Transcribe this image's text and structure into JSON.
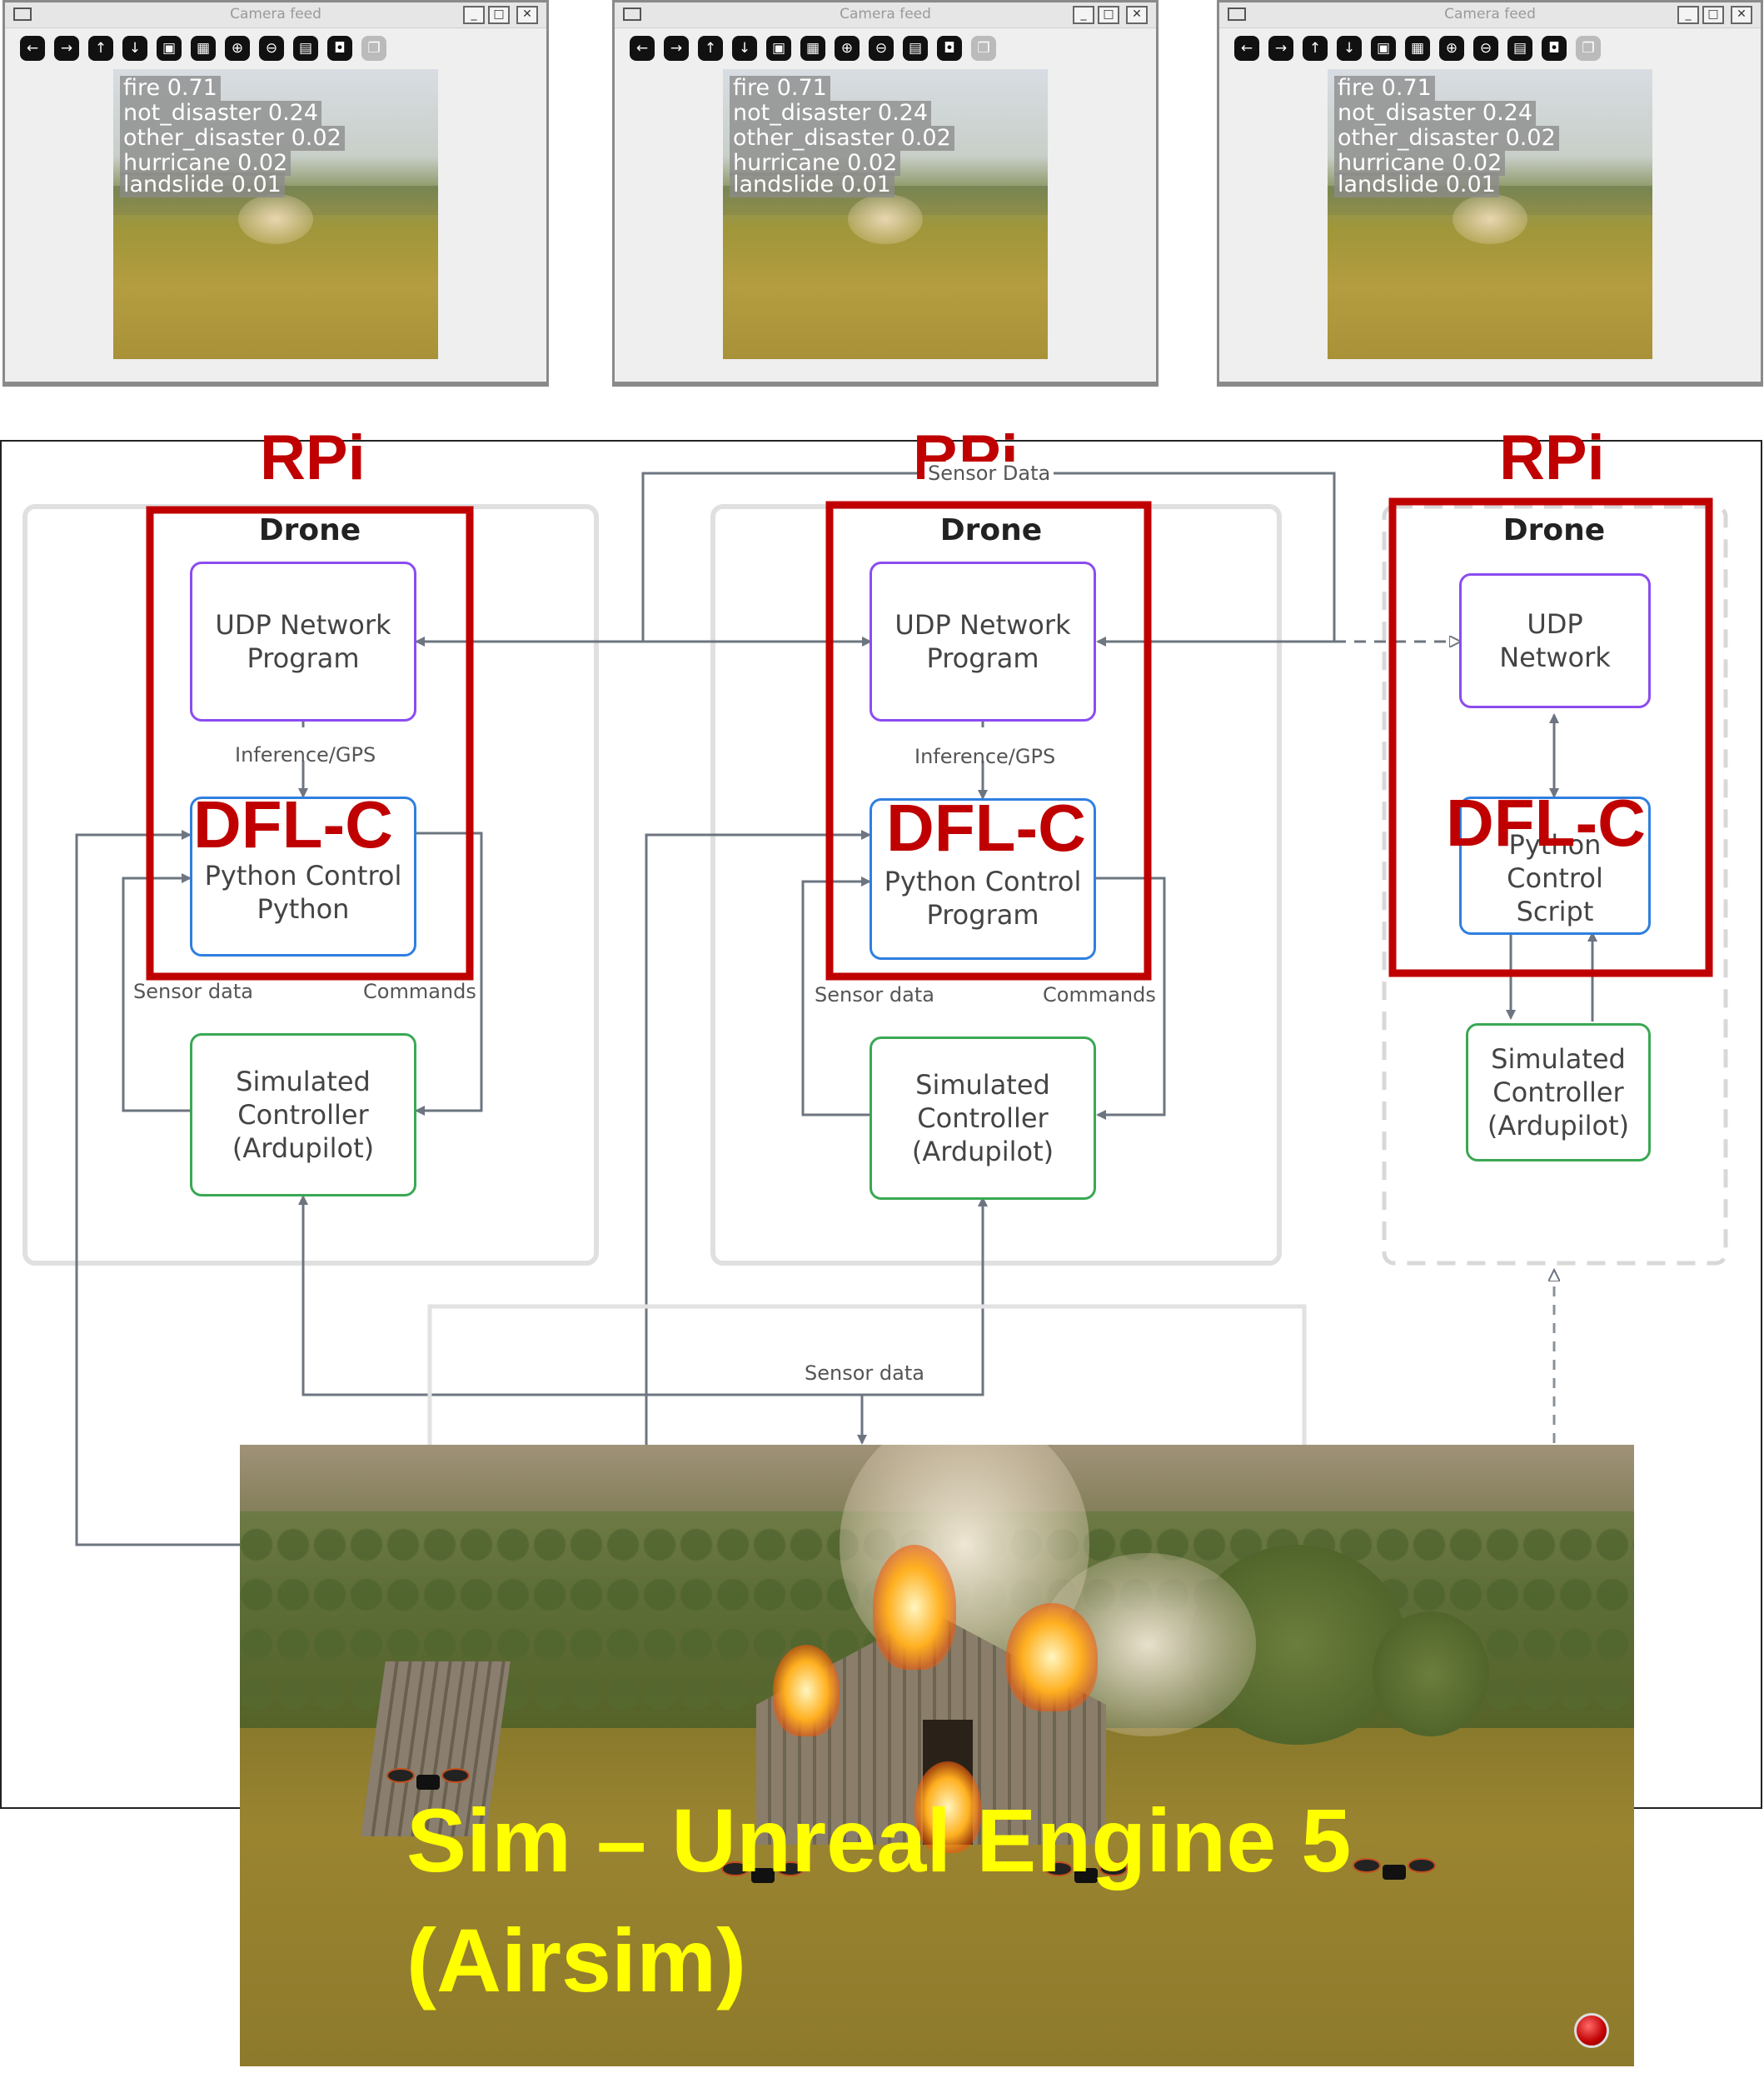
{
  "camera_windows": [
    {
      "title": "Camera feed",
      "predictions": [
        "fire 0.71",
        "not_disaster 0.24",
        "other_disaster 0.02",
        "hurricane 0.02",
        "landslide 0.01"
      ]
    },
    {
      "title": "Camera feed",
      "predictions": [
        "fire 0.71",
        "not_disaster 0.24",
        "other_disaster 0.02",
        "hurricane 0.02",
        "landslide 0.01"
      ]
    },
    {
      "title": "Camera feed",
      "predictions": [
        "fire 0.71",
        "not_disaster 0.24",
        "other_disaster 0.02",
        "hurricane 0.02",
        "landslide 0.01"
      ]
    }
  ],
  "toolbar_icons": [
    "arrow-left-icon",
    "arrow-right-icon",
    "arrow-up-icon",
    "arrow-down-icon",
    "save-icon",
    "image-icon",
    "zoom-in-icon",
    "zoom-out-icon",
    "save-as-icon",
    "camera-icon",
    "copy-icon"
  ],
  "diagram": {
    "rpi_label": "RPi",
    "dflc_label": "DFL-C",
    "drones": [
      {
        "title": "Drone",
        "udp": "UDP Network\nProgram",
        "control": "Python Control\nPython",
        "controller": "Simulated\nController\n(Ardupilot)",
        "link_label": "Inference/GPS",
        "sensor_label": "Sensor data",
        "commands_label": "Commands"
      },
      {
        "title": "Drone",
        "udp": "UDP Network\nProgram",
        "control": "Python Control\nProgram",
        "controller": "Simulated\nController\n(Ardupilot)",
        "link_label": "Inference/GPS",
        "sensor_label": "Sensor data",
        "commands_label": "Commands"
      },
      {
        "title": "Drone",
        "udp": "UDP\nNetwork",
        "control": "Python\nControl\nScript",
        "controller": "Simulated\nController\n(Ardupilot)"
      }
    ],
    "top_link_label": "Sensor Data",
    "bottom_sensor_label": "Sensor data"
  },
  "sim": {
    "title_line1": "Sim – Unreal Engine 5",
    "title_line2": "(Airsim)"
  },
  "colors": {
    "rpi_red": "#c00000",
    "sim_title_yellow": "#ffff00",
    "udp_purple": "#8b4cf0",
    "control_blue": "#2f7fe0",
    "controller_green": "#3aa854",
    "arrow_grey": "#6d7580"
  }
}
